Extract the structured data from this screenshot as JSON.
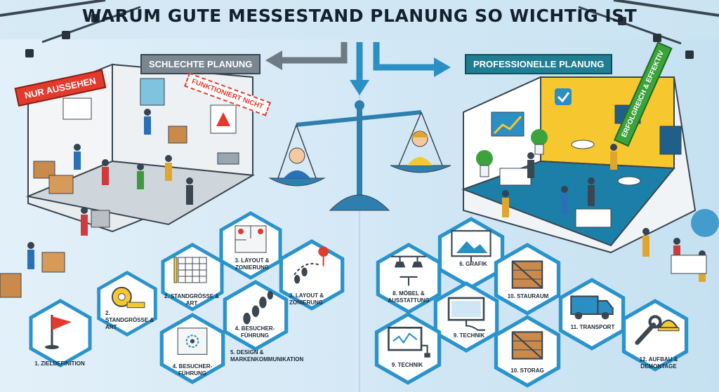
{
  "title": "WARUM GUTE MESSESTAND PLANUNG SO WICHTIG IST",
  "left": {
    "heading": "SCHLECHTE PLANUNG",
    "tag_red": "NUR AUSSEHEN",
    "tag_cracked": "FUNKTIONIERT NICHT"
  },
  "right": {
    "heading": "PROFESSIONELLE PLANUNG",
    "tag_green": "ERFOLGREICH & EFFEKTIV"
  },
  "steps_left": [
    {
      "label": "1. ZIELDEFINITION",
      "icon": "flag-icon"
    },
    {
      "label": "2. STANDGRÖSSE & ART",
      "icon": "tape-measure-icon"
    },
    {
      "label": "2. STANDGRÖSSE & ART",
      "icon": "grid-ruler-icon"
    },
    {
      "label": "3. LAYOUT & ZONIERUNG",
      "icon": "floorplan-icon"
    },
    {
      "label": "3. LAYOUT & ZONIERUNG",
      "icon": "map-pin-path-icon"
    },
    {
      "label": "4. BESUCHER-FÜHRUNG",
      "icon": "footsteps-icon"
    },
    {
      "label": "4. BESUCHER-FÜHRUNG",
      "icon": "footprints-pin-icon"
    },
    {
      "label": "5. DESIGN & MARKENKOMMUNIKATION",
      "icon": "design-icon"
    }
  ],
  "steps_right": [
    {
      "label": "6. GRAFIK",
      "icon": "projector-screen-icon"
    },
    {
      "label": "8. MÖBEL & AUSSTATTUNG",
      "icon": "furniture-icon"
    },
    {
      "label": "9. TECHNIK",
      "icon": "monitor-icon"
    },
    {
      "label": "9. TECHNIK",
      "icon": "monitor-plug-icon"
    },
    {
      "label": "10. STAURAUM",
      "icon": "crate-icon"
    },
    {
      "label": "10. STORAG",
      "icon": "crate-icon"
    },
    {
      "label": "11. TRANSPORT",
      "icon": "truck-icon"
    },
    {
      "label": "12. AUFBAU & DEMONTAGE",
      "icon": "wrench-hardhat-icon"
    }
  ],
  "colors": {
    "accent_blue": "#2b8fc4",
    "arrow_gray": "#6e7a84",
    "red": "#e23b2e",
    "green": "#3ca33c",
    "teal": "#1f7e92",
    "hex_border": "#2a93cc"
  }
}
